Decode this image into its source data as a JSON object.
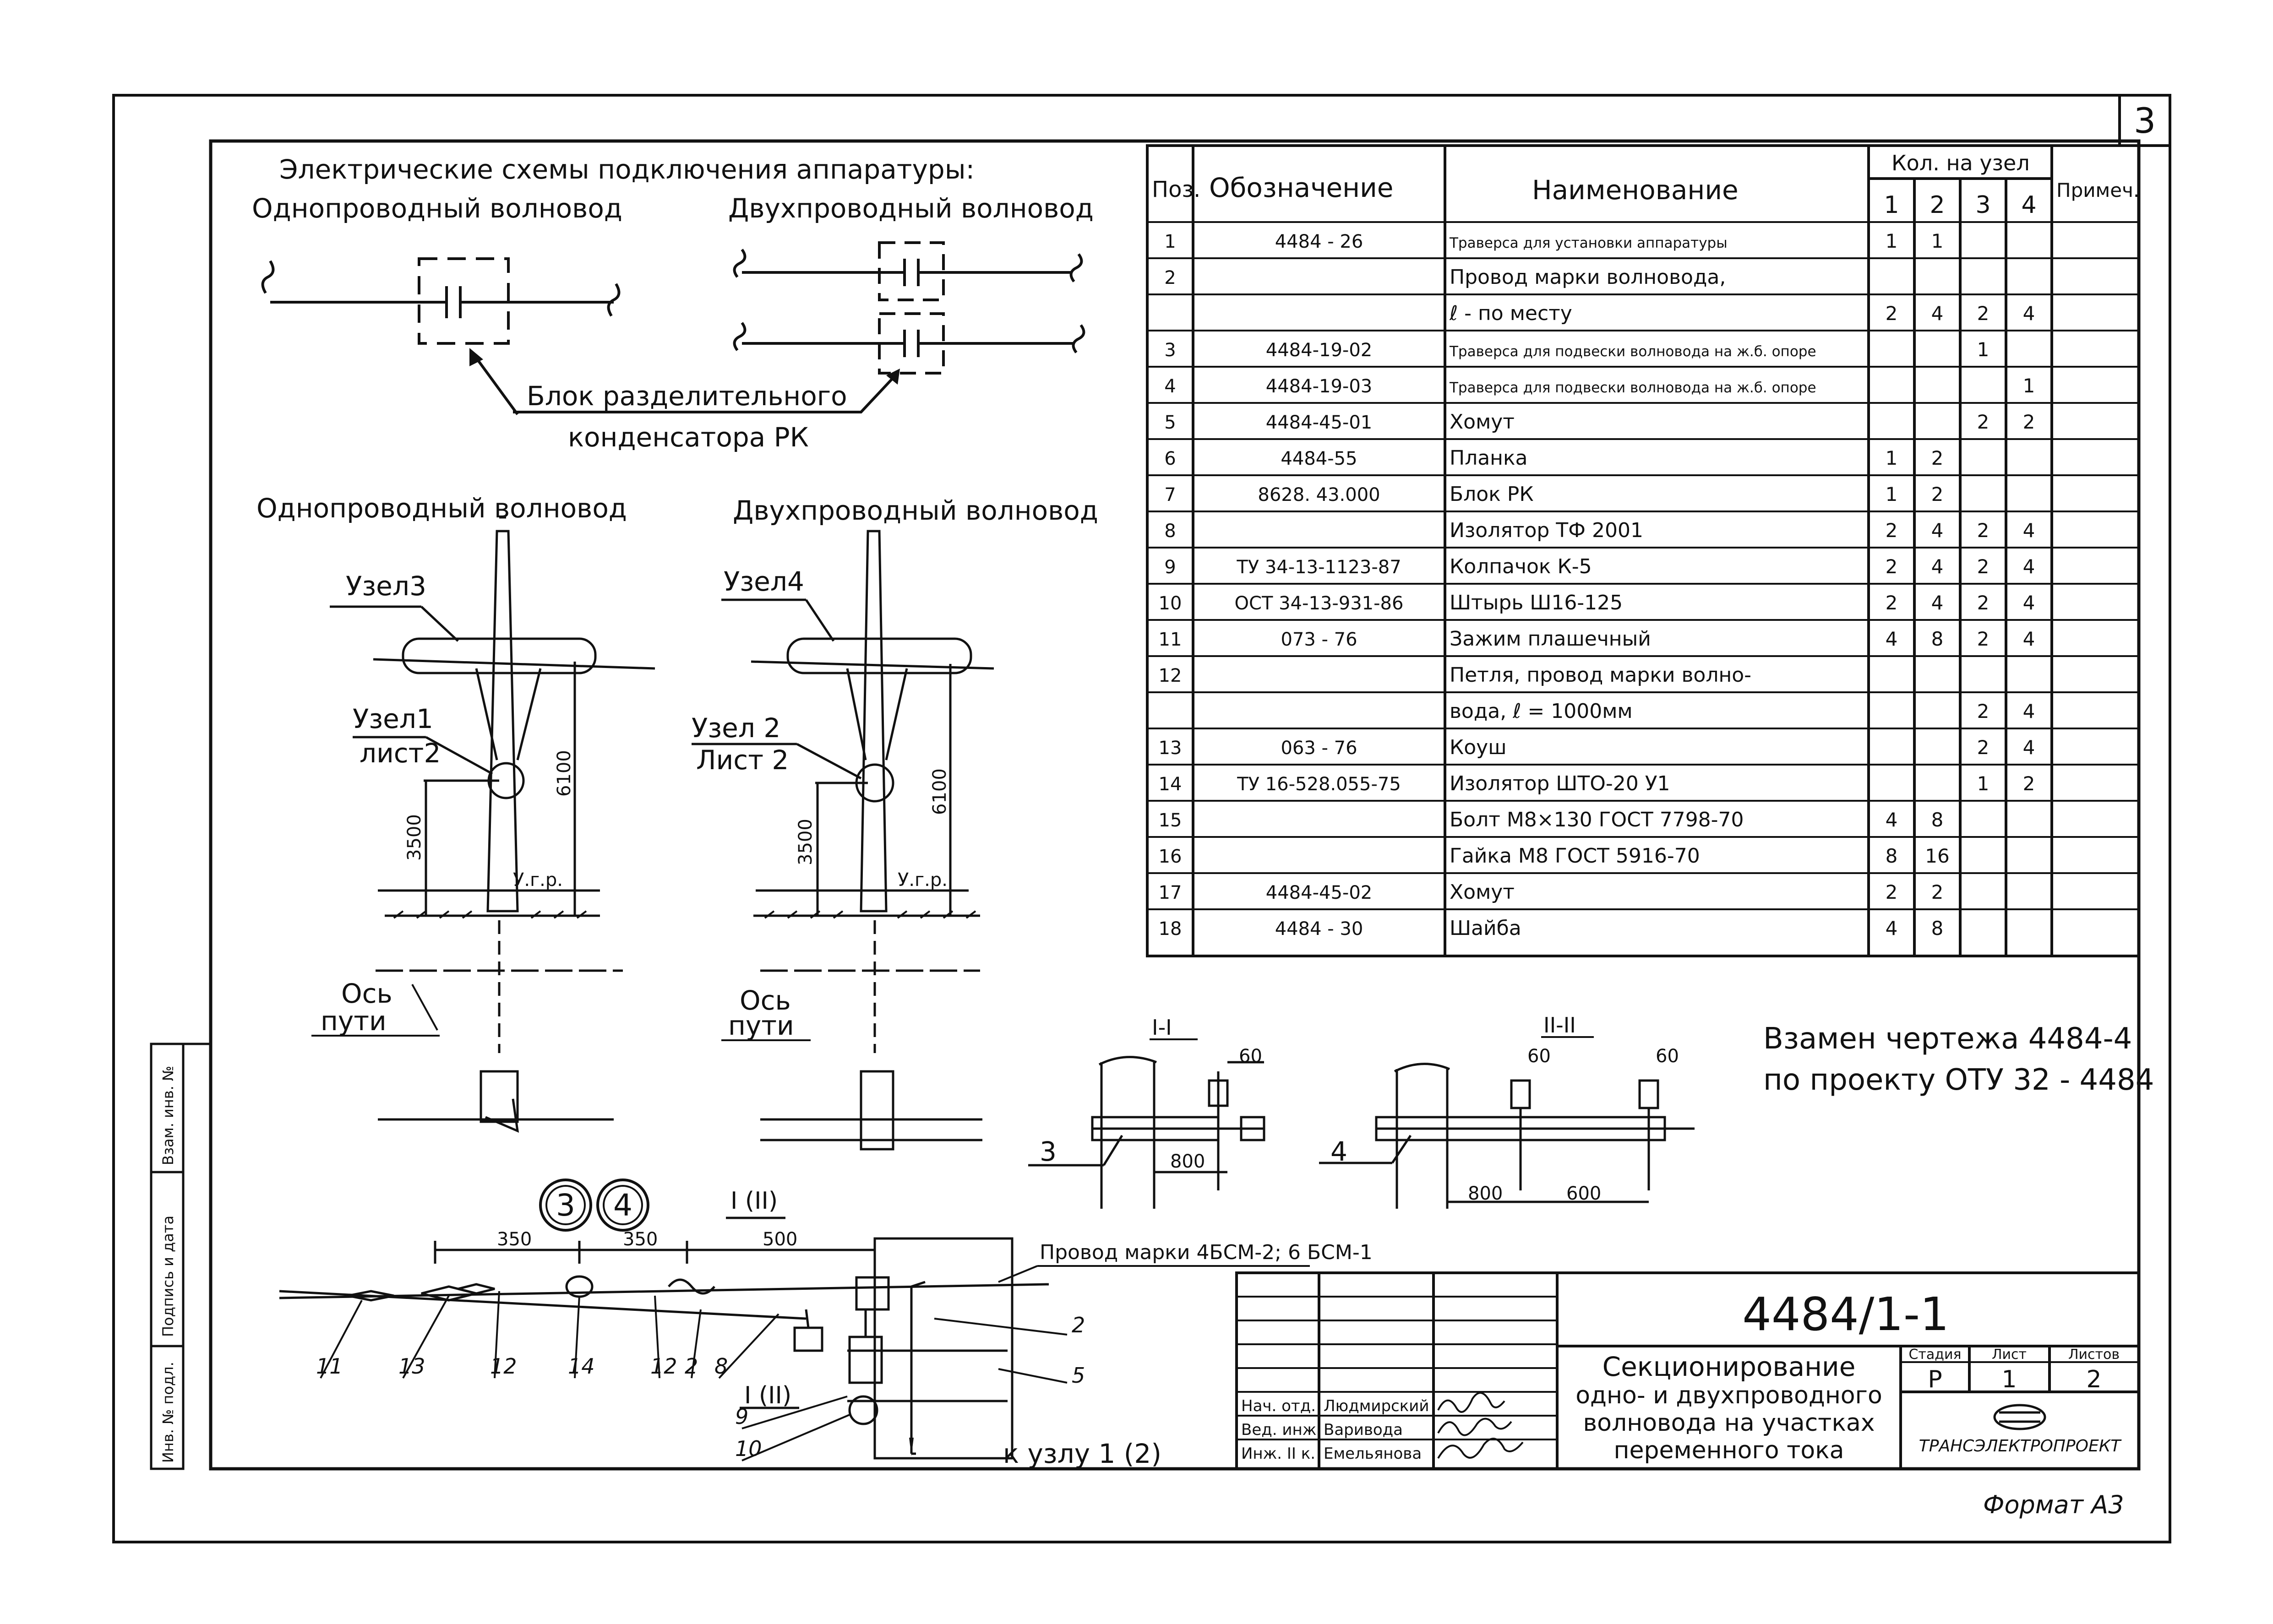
{
  "sheet_number": "3",
  "schemes": {
    "title": "Электрические схемы подключения аппаратуры:",
    "single_label": "Однопроводный волновод",
    "double_label": "Двухпроводный волновод",
    "block_label_1": "Блок разделительного",
    "block_label_2": "конденсатора РК"
  },
  "poles": {
    "single_title": "Однопроводный волновод",
    "double_title": "Двухпроводный волновод",
    "node3": "Узел3",
    "node4": "Узел4",
    "node1": "Узел1",
    "node1_sheet": "лист2",
    "node2": "Узел 2",
    "node2_sheet": "Лист 2",
    "dim_3500": "3500",
    "dim_6100": "6100",
    "ugr": "У.г.р.",
    "axis1": "Ось",
    "axis2": "пути"
  },
  "spec_table": {
    "headers": {
      "pos": "Поз.",
      "designation": "Обозначение",
      "name": "Наименование",
      "qty_per_node": "Кол. на узел",
      "qty_cols": [
        "1",
        "2",
        "3",
        "4"
      ],
      "note": "Примеч."
    },
    "rows": [
      {
        "pos": "1",
        "des": "4484 - 26",
        "name": "Траверса для установки аппаратуры",
        "q": [
          "1",
          "1",
          "",
          ""
        ]
      },
      {
        "pos": "2",
        "des": "",
        "name": "Провод марки волновода,",
        "q": [
          "",
          "",
          "",
          ""
        ]
      },
      {
        "pos": "",
        "des": "",
        "name": "ℓ - по месту",
        "q": [
          "2",
          "4",
          "2",
          "4"
        ]
      },
      {
        "pos": "3",
        "des": "4484-19-02",
        "name": "Траверса для подвески волновода на ж.б. опоре",
        "q": [
          "",
          "",
          "1",
          ""
        ]
      },
      {
        "pos": "4",
        "des": "4484-19-03",
        "name": "Траверса для подвески волновода на ж.б. опоре",
        "q": [
          "",
          "",
          "",
          "1"
        ]
      },
      {
        "pos": "5",
        "des": "4484-45-01",
        "name": "Хомут",
        "q": [
          "",
          "",
          "2",
          "2"
        ]
      },
      {
        "pos": "6",
        "des": "4484-55",
        "name": "Планка",
        "q": [
          "1",
          "2",
          "",
          ""
        ]
      },
      {
        "pos": "7",
        "des": "8628. 43.000",
        "name": "Блок РК",
        "q": [
          "1",
          "2",
          "",
          ""
        ]
      },
      {
        "pos": "8",
        "des": "",
        "name": "Изолятор ТФ 2001",
        "q": [
          "2",
          "4",
          "2",
          "4"
        ]
      },
      {
        "pos": "9",
        "des": "ТУ 34-13-1123-87",
        "name": "Колпачок К-5",
        "q": [
          "2",
          "4",
          "2",
          "4"
        ]
      },
      {
        "pos": "10",
        "des": "ОСТ 34-13-931-86",
        "name": "Штырь Ш16-125",
        "q": [
          "2",
          "4",
          "2",
          "4"
        ]
      },
      {
        "pos": "11",
        "des": "073 - 76",
        "name": "Зажим плашечный",
        "q": [
          "4",
          "8",
          "2",
          "4"
        ]
      },
      {
        "pos": "12",
        "des": "",
        "name": "Петля, провод марки волно-",
        "q": [
          "",
          "",
          "",
          ""
        ]
      },
      {
        "pos": "",
        "des": "",
        "name": "вода, ℓ = 1000мм",
        "q": [
          "",
          "",
          "2",
          "4"
        ]
      },
      {
        "pos": "13",
        "des": "063 - 76",
        "name": "Коуш",
        "q": [
          "",
          "",
          "2",
          "4"
        ]
      },
      {
        "pos": "14",
        "des": "ТУ 16-528.055-75",
        "name": "Изолятор ШТО-20 У1",
        "q": [
          "",
          "",
          "1",
          "2"
        ]
      },
      {
        "pos": "15",
        "des": "",
        "name": "Болт М8×130   ГОСТ 7798-70",
        "q": [
          "4",
          "8",
          "",
          ""
        ]
      },
      {
        "pos": "16",
        "des": "",
        "name": "Гайка М8   ГОСТ 5916-70",
        "q": [
          "8",
          "16",
          "",
          ""
        ]
      },
      {
        "pos": "17",
        "des": "4484-45-02",
        "name": "Хомут",
        "q": [
          "2",
          "2",
          "",
          ""
        ]
      },
      {
        "pos": "18",
        "des": "4484 - 30",
        "name": "Шайба",
        "q": [
          "4",
          "8",
          "",
          ""
        ]
      }
    ]
  },
  "replacement": {
    "line1": "Взамен чертежа 4484-4",
    "line2": "по проекту ОТУ 32 - 4484"
  },
  "sections": {
    "s1": "I-I",
    "s2": "II-II",
    "dim60": "60",
    "dim800": "800",
    "dim600": "600",
    "ref3": "3",
    "ref4": "4"
  },
  "node_view": {
    "circle3": "3",
    "circle4": "4",
    "section_mark": "I (II)",
    "dim350a": "350",
    "dim350b": "350",
    "dim500": "500",
    "wire_label": "Провод марки 4БСМ-2; 6 БСМ-1",
    "to_node": "к узлу 1 (2)",
    "refs": [
      "11",
      "13",
      "12",
      "14",
      "12",
      "2",
      "8",
      "9",
      "10",
      "2",
      "5"
    ]
  },
  "title_block": {
    "doc_number": "4484/1-1",
    "title_lines": [
      "Секционирование",
      "одно- и двухпроводного",
      "волновода на участках",
      "переменного тока"
    ],
    "stage_label": "Стадия",
    "sheet_label": "Лист",
    "sheets_label": "Листов",
    "stage": "Р",
    "sheet": "1",
    "sheets": "2",
    "org": "ТРАНСЭЛЕКТРОПРОЕКТ",
    "roles": [
      "Нач. отд.",
      "Вед. инж.",
      "Инж. II к."
    ],
    "names": [
      "Людмирский",
      "Варивода",
      "Емельянова"
    ]
  },
  "side_stamp": [
    "Инв. № подл.",
    "Подпись и дата",
    "Взам. инв. №"
  ],
  "format": "Формат А3"
}
